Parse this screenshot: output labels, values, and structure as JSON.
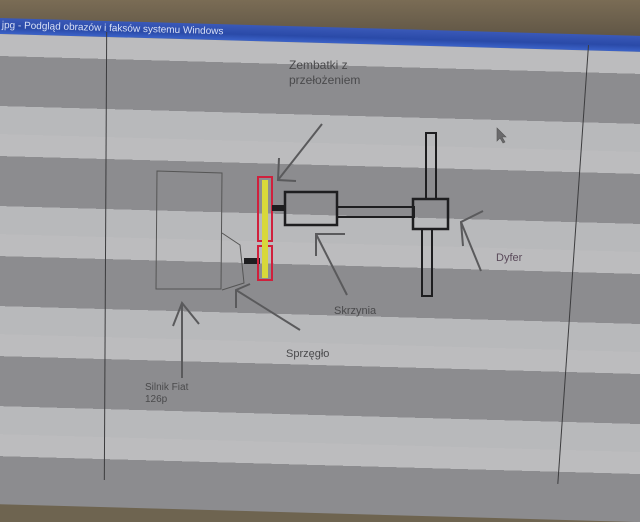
{
  "window": {
    "title": "jpg - Podgląd obrazów i faksów systemu Windows"
  },
  "diagram": {
    "labels": {
      "gears": "Zembatki z\nprzełożeniem",
      "gears_line1": "Zembatki z",
      "gears_line2": "przełożeniem",
      "gearbox": "Skrzynia",
      "clutch": "Sprzęgło",
      "engine_line1": "Silnik Fiat",
      "engine_line2": "126p",
      "differential": "Dyfer"
    },
    "colors": {
      "gear_outline": "#d0203c",
      "gear_fill": "#d8d83a",
      "stroke": "#1e1e20",
      "arrow": "#5a5a5c",
      "titlebar": "#2a4aa8"
    }
  },
  "cursor": {
    "icon": "mouse-pointer-icon"
  }
}
